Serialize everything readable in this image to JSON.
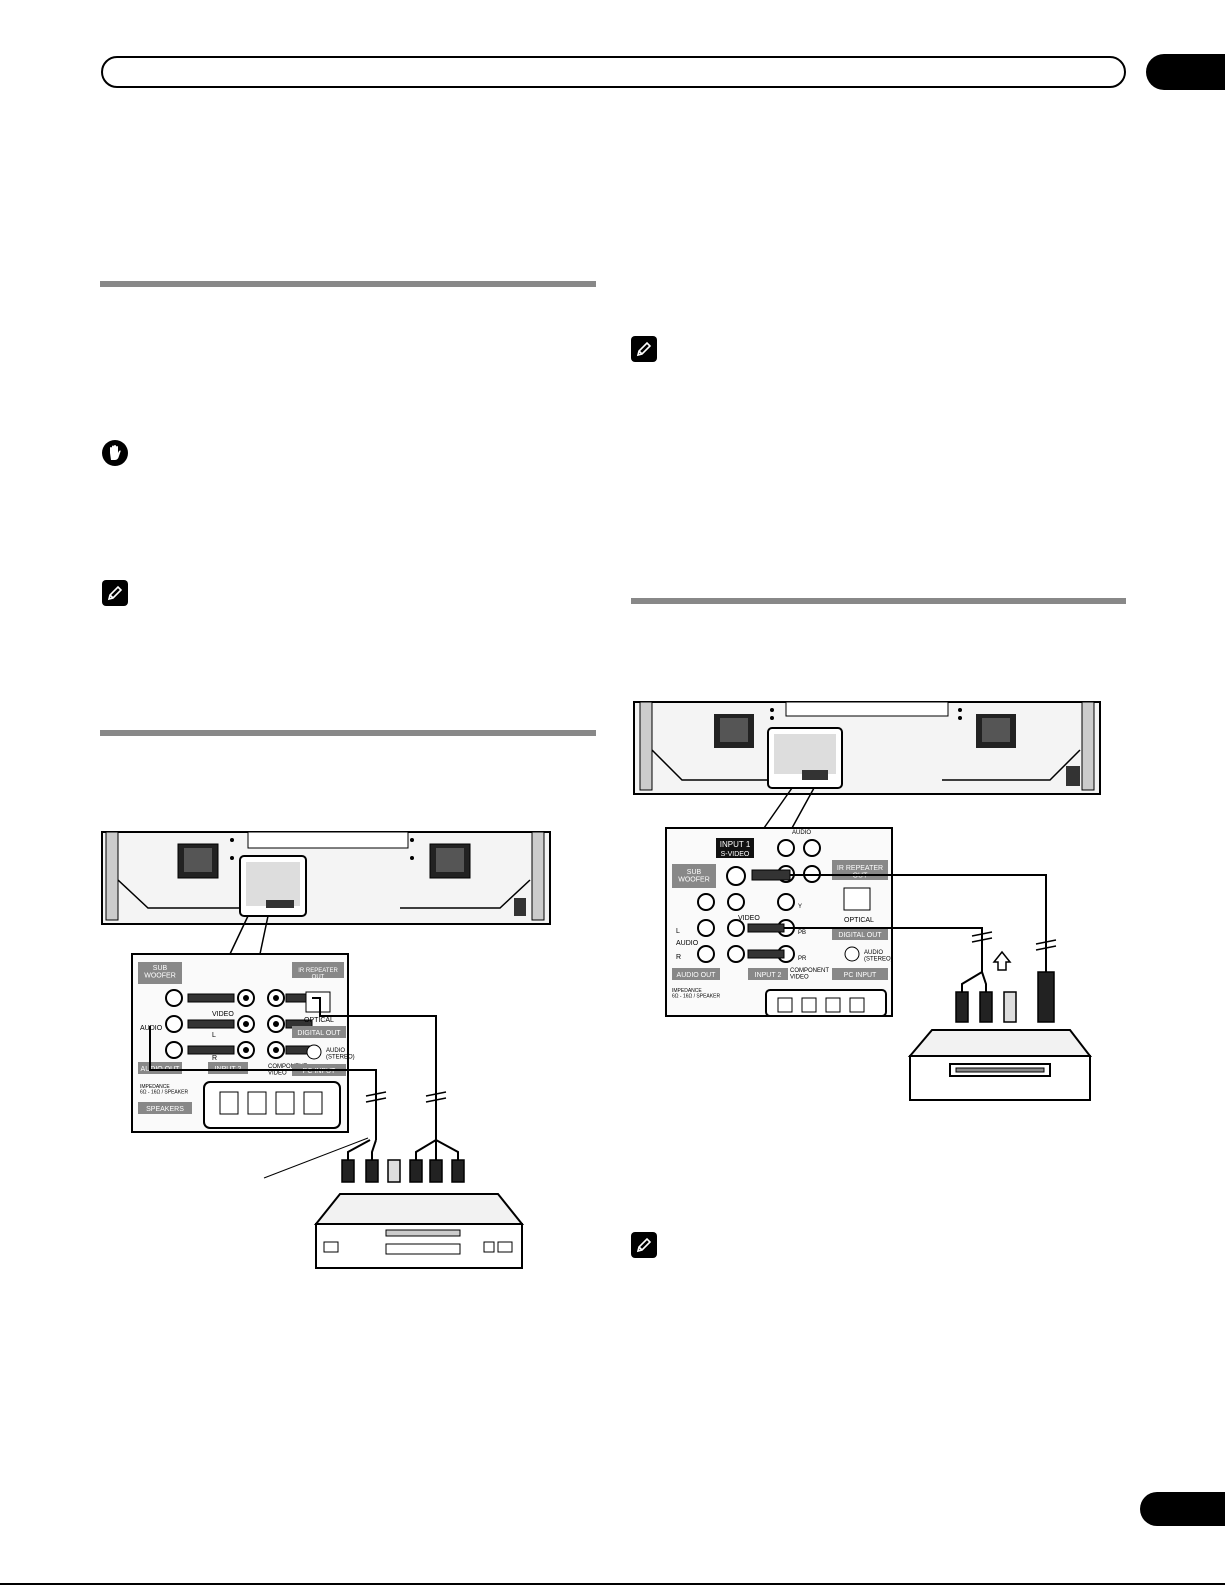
{
  "diagram1": {
    "labels": {
      "sub_woofer": "SUB\nWOOFER",
      "ir_repeater_out": "IR REPEATER\nOUT",
      "video": "VIDEO",
      "l": "L",
      "r": "R",
      "audio": "AUDIO",
      "optical": "OPTICAL",
      "digital_out": "DIGITAL OUT",
      "audio_stereo": "AUDIO\n(STEREO)",
      "audio_out": "AUDIO OUT",
      "input_2": "INPUT 2",
      "component_video": "COMPONENT\nVIDEO",
      "pc_input": "PC INPUT",
      "impedance": "IMPEDANCE\n6Ω - 16Ω / SPEAKER",
      "speakers": "SPEAKERS"
    }
  },
  "diagram2": {
    "labels": {
      "input_1": "INPUT 1",
      "s_video": "S-VIDEO",
      "audio_top": "AUDIO",
      "sub_woofer": "SUB\nWOOFER",
      "ir_repeater_out": "IR REPEATER\nOUT",
      "l": "L",
      "r": "R",
      "audio": "AUDIO",
      "video": "VIDEO",
      "y": "Y",
      "pb": "PB",
      "pr": "PR",
      "optical": "OPTICAL",
      "digital_out": "DIGITAL OUT",
      "audio_stereo": "AUDIO\n(STEREO)",
      "audio_out": "AUDIO OUT",
      "input_2": "INPUT 2",
      "component_video": "COMPONENT\nVIDEO",
      "pc_input": "PC INPUT",
      "impedance": "IMPEDANCE\n6Ω - 16Ω / SPEAKER"
    }
  },
  "icons": {
    "caution": "hand-stop-icon",
    "note": "pencil-note-icon"
  },
  "colors": {
    "rule": "#888888",
    "ink": "#000000"
  }
}
